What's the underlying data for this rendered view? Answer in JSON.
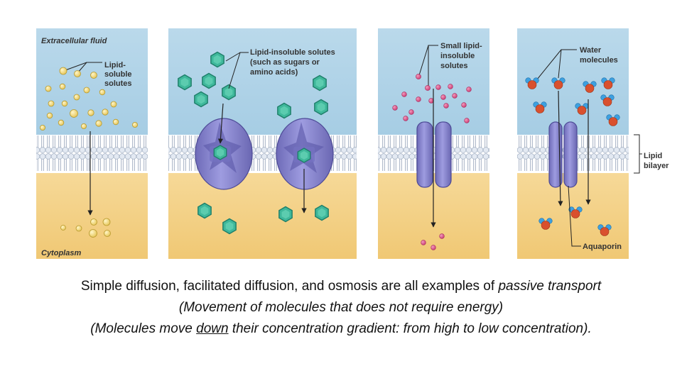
{
  "labels": {
    "extracellular": "Extracellular fluid",
    "cytoplasm": "Cytoplasm",
    "lipid_soluble": [
      "Lipid-",
      "soluble",
      "solutes"
    ],
    "lipid_insoluble": [
      "Lipid-insoluble solutes",
      "(such as sugars or",
      "amino acids)"
    ],
    "small_lipid_insoluble": [
      "Small lipid-",
      "insoluble",
      "solutes"
    ],
    "water": [
      "Water",
      "molecules"
    ],
    "lipid_bilayer": [
      "Lipid",
      "bilayer"
    ],
    "aquaporin": "Aquaporin"
  },
  "caption": {
    "line1_prefix": "Simple diffusion, facilitated diffusion, and osmosis are all examples of ",
    "line1_emph": "passive transport",
    "line2": "(Movement of molecules that does not require energy)",
    "line3_a": "(Molecules move ",
    "line3_u": "down",
    "line3_b": " their concentration gradient: from high to low concentration)."
  },
  "colors": {
    "extracellular": "#b8d8ea",
    "cytoplasm": "#f2cf86",
    "membrane_head": "#dde4ee",
    "protein": "#8e8bd0",
    "lipid_soluble_solute": "#f2dc7a",
    "sugar": "#3fb89b",
    "small_solute": "#dc4f86",
    "water_oxygen": "#d9502e",
    "water_hydrogen": "#3da0e0"
  },
  "panels": [
    "simple-diffusion",
    "facilitated-diffusion-carrier",
    "small-solute-channel",
    "osmosis-aquaporin"
  ]
}
